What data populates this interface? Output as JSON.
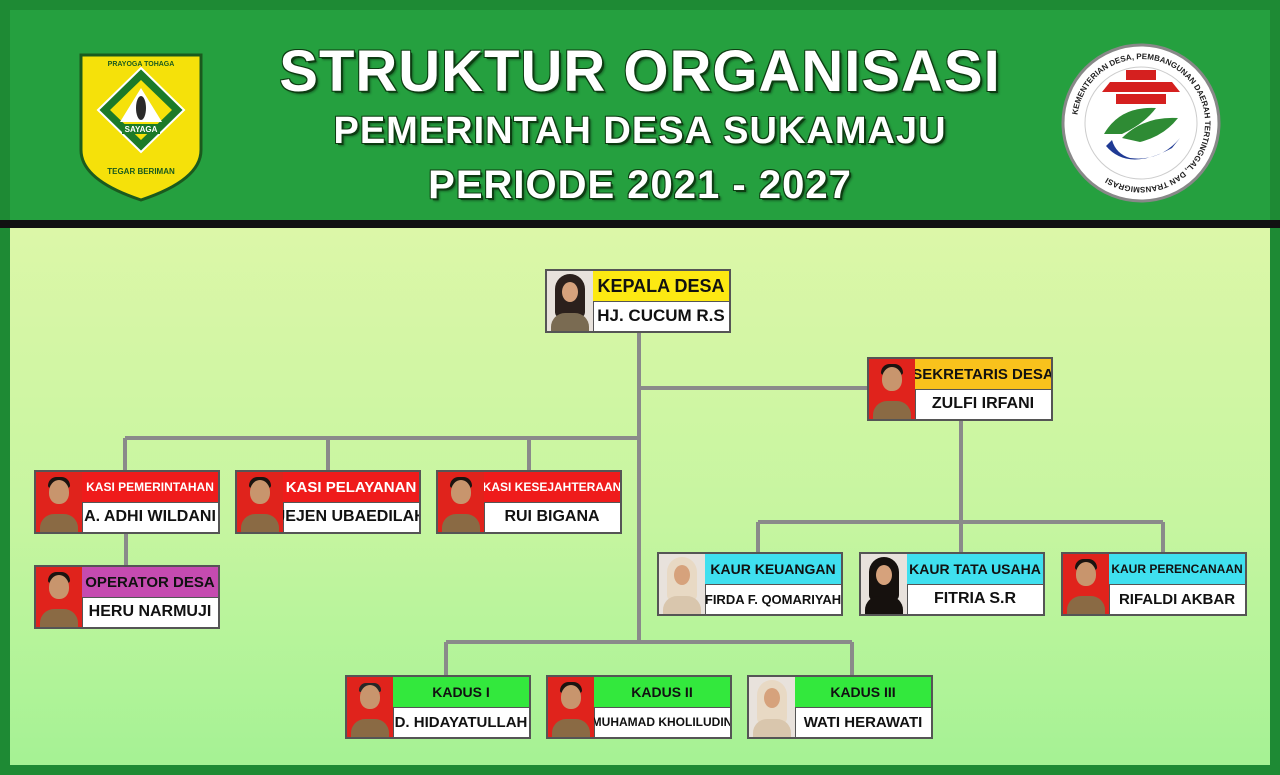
{
  "header": {
    "title": "STRUKTUR ORGANISASI",
    "subtitle": "PEMERINTAH DESA SUKAMAJU",
    "period": "PERIODE 2021 - 2027"
  },
  "logos": {
    "left": {
      "top_text": "PRAYOGA TOHAGA",
      "center_text": "SAYAGA",
      "bottom_text": "TEGAR BERIMAN"
    },
    "right": {
      "ring_text": "KEMENTERIAN DESA, PEMBANGUNAN DAERAH TERTINGGAL, DAN TRANSMIGRASI"
    }
  },
  "colors": {
    "yellow": "#fde912",
    "gold": "#f9c21c",
    "red": "#ef1b1b",
    "magenta": "#c54bb0",
    "cyan": "#3fe0ef",
    "green": "#33e83d"
  },
  "org": {
    "kepala": {
      "role": "KEPALA DESA",
      "name": "HJ. CUCUM R.S"
    },
    "sekretaris": {
      "role": "SEKRETARIS DESA",
      "name": "ZULFI IRFANI"
    },
    "kasi_pemerintahan": {
      "role": "KASI PEMERINTAHAN",
      "name": "A. ADHI WILDANI"
    },
    "kasi_pelayanan": {
      "role": "KASI PELAYANAN",
      "name": "JEJEN UBAEDILAH"
    },
    "kasi_kesejahteraan": {
      "role": "KASI KESEJAHTERAAN",
      "name": "RUI BIGANA"
    },
    "operator": {
      "role": "OPERATOR DESA",
      "name": "HERU NARMUJI"
    },
    "kaur_keuangan": {
      "role": "KAUR KEUANGAN",
      "name": "FIRDA F. QOMARIYAH"
    },
    "kaur_tata_usaha": {
      "role": "KAUR TATA USAHA",
      "name": "FITRIA S.R"
    },
    "kaur_perencanaan": {
      "role": "KAUR PERENCANAAN",
      "name": "RIFALDI AKBAR"
    },
    "kadus_1": {
      "role": "KADUS I",
      "name": "D. HIDAYATULLAH"
    },
    "kadus_2": {
      "role": "KADUS II",
      "name": "MUHAMAD KHOLILUDIN"
    },
    "kadus_3": {
      "role": "KADUS III",
      "name": "WATI HERAWATI"
    }
  }
}
